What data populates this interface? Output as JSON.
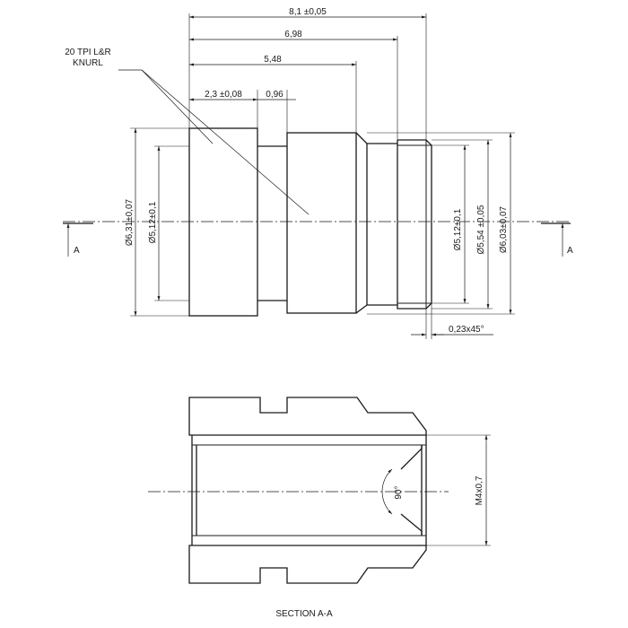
{
  "dimensions": {
    "overall_length": "8,1 ±0,05",
    "length_698": "6,98",
    "length_548": "5,48",
    "knurl_width": "2,3 ±0,08",
    "groove_width": "0,96",
    "dia_outer_knurl": "Ø6,31±0,07",
    "dia_bore_left": "Ø5,12±0,1",
    "dia_bore_right": "Ø5,12±0,1",
    "dia_step": "Ø5,54 ±0,05",
    "dia_tip": "Ø6,03±0,07",
    "chamfer": "0,23x45°",
    "thread": "M4x0,7",
    "cone_angle": "90°"
  },
  "notes": {
    "knurl_line1": "20 TPI L&R",
    "knurl_line2": "KNURL"
  },
  "section_markers": {
    "left_letter": "A",
    "right_letter": "A"
  },
  "section_title": "SECTION A-A"
}
